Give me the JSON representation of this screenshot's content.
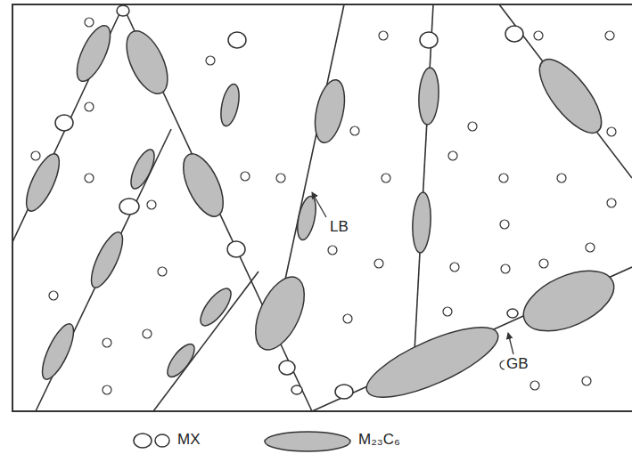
{
  "diagram": {
    "labels": [
      "LB",
      "GB"
    ],
    "legend": [
      {
        "text": "MX"
      },
      {
        "text": "M₂₃C₆"
      }
    ]
  }
}
